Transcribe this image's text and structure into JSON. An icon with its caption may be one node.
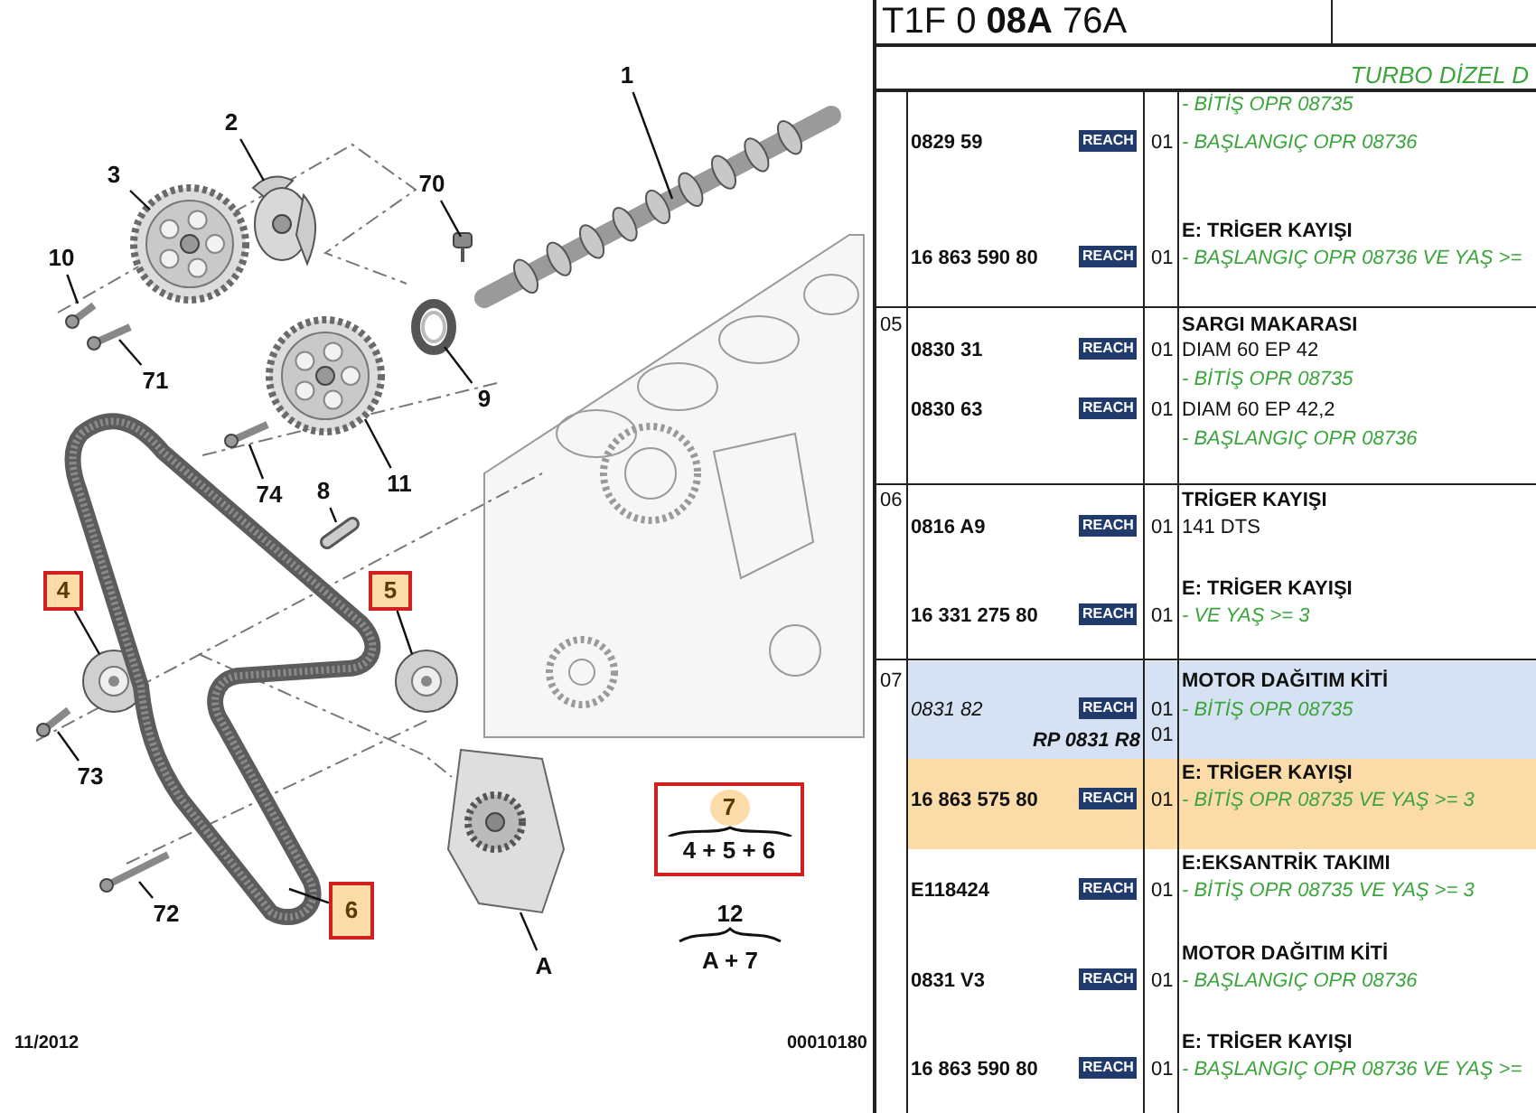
{
  "diagram": {
    "nodes": [
      {
        "text": [
          "1"
        ]
      },
      {
        "text": [],
        "shape": "picture"
      },
      {
        "text": [
          "2"
        ]
      },
      {
        "text": [],
        "shape": "picture"
      },
      {
        "text": [
          "3"
        ]
      },
      {
        "text": [],
        "shape": "picture"
      },
      {
        "text": [
          "70"
        ]
      },
      {
        "text": [],
        "shape": "picture"
      },
      {
        "text": [
          "10"
        ]
      },
      {
        "text": [],
        "shape": "picture"
      },
      {
        "text": [
          "71"
        ]
      },
      {
        "text": [],
        "shape": "picture"
      },
      {
        "text": [
          "9"
        ]
      },
      {
        "text": [],
        "shape": "picture"
      },
      {
        "text": [
          "11"
        ]
      },
      {
        "text": [],
        "shape": "picture"
      },
      {
        "text": [
          "74"
        ]
      },
      {
        "text": [],
        "shape": "picture"
      },
      {
        "text": [
          "8"
        ]
      },
      {
        "text": [],
        "shape": "picture"
      },
      {
        "text": [
          "4"
        ]
      },
      {
        "text": [],
        "shape": "picture"
      },
      {
        "text": [
          "5"
        ]
      },
      {
        "text": [],
        "shape": "picture"
      },
      {
        "text": [
          "73"
        ]
      },
      {
        "text": [],
        "shape": "picture"
      },
      {
        "text": [
          "7",
          "4 + 5 + 6"
        ]
      },
      {
        "text": [
          "6"
        ]
      },
      {
        "text": [],
        "shape": "picture"
      },
      {
        "text": [
          "72"
        ]
      },
      {
        "text": [],
        "shape": "picture"
      },
      {
        "text": [
          "A"
        ]
      },
      {
        "text": [],
        "shape": "picture"
      }
    ],
    "edges": [
      {
        "from": 0,
        "to": 1,
        "arrow": "none"
      },
      {
        "from": 2,
        "to": 3,
        "arrow": "none"
      },
      {
        "from": 4,
        "to": 5,
        "arrow": "none"
      },
      {
        "from": 6,
        "to": 7,
        "arrow": "none"
      },
      {
        "from": 8,
        "to": 9,
        "arrow": "none"
      },
      {
        "from": 10,
        "to": 11,
        "arrow": "none"
      },
      {
        "from": 12,
        "to": 13,
        "arrow": "none"
      },
      {
        "from": 14,
        "to": 15,
        "arrow": "none"
      },
      {
        "from": 16,
        "to": 17,
        "arrow": "none"
      },
      {
        "from": 18,
        "to": 19,
        "arrow": "none"
      },
      {
        "from": 20,
        "to": 21,
        "arrow": "none"
      },
      {
        "from": 22,
        "to": 23,
        "arrow": "none"
      },
      {
        "from": 24,
        "to": 25,
        "arrow": "none"
      },
      {
        "from": 27,
        "to": 28,
        "arrow": "none"
      },
      {
        "from": 29,
        "to": 30,
        "arrow": "none"
      },
      {
        "from": 31,
        "to": 32,
        "arrow": "none"
      }
    ],
    "labels": [
      "T1F 0 **08A** 76A",
      "TURBO DİZEL D",
      "- BİTİŞ OPR 08735",
      "0829 59",
      "REACH",
      "01",
      "- BAŞLANGIÇ OPR 08736",
      "E: TRİGER KAYIŞI",
      "16 863 590 80",
      "REACH",
      "01",
      "- BAŞLANGIÇ OPR 08736 VE YAŞ >=",
      "05",
      "SARGI MAKARASI",
      "0830 31",
      "REACH",
      "01",
      "DIAM 60 EP 42",
      "- BİTİŞ OPR 08735",
      "0830 63",
      "REACH",
      "01",
      "DIAM 60 EP 42,2",
      "- BAŞLANGIÇ OPR 08736",
      "06",
      "TRİGER KAYIŞI",
      "0816 A9",
      "REACH",
      "01",
      "141 DTS",
      "E: TRİGER KAYIŞI",
      "16 331 275 80",
      "REACH",
      "01",
      "- VE YAŞ >= 3",
      "07",
      "MOTOR DAĞITIM KİTİ",
      "0831 82",
      "REACH",
      "01",
      "- BİTİŞ OPR 08735",
      "RP 0831 R8",
      "01",
      "E: TRİGER KAYIŞI",
      "16 863 575 80",
      "REACH",
      "01",
      "- BİTİŞ OPR 08735 VE YAŞ >= 3",
      "E:EKSANTRİK TAKIMI",
      "E118424",
      "REACH",
      "01",
      "- BİTİŞ OPR 08735 VE YAŞ >= 3",
      "MOTOR DAĞITIM KİTİ",
      "0831 V3",
      "REACH",
      "01",
      "- BAŞLANGIÇ OPR 08736",
      "E: TRİGER KAYIŞI",
      "16 863 590 80",
      "REACH",
      "01",
      "- BAŞLANGIÇ OPR 08736 VE YAŞ >=",
      "12",
      "A + 7",
      "11/2012",
      "00010180"
    ]
  }
}
